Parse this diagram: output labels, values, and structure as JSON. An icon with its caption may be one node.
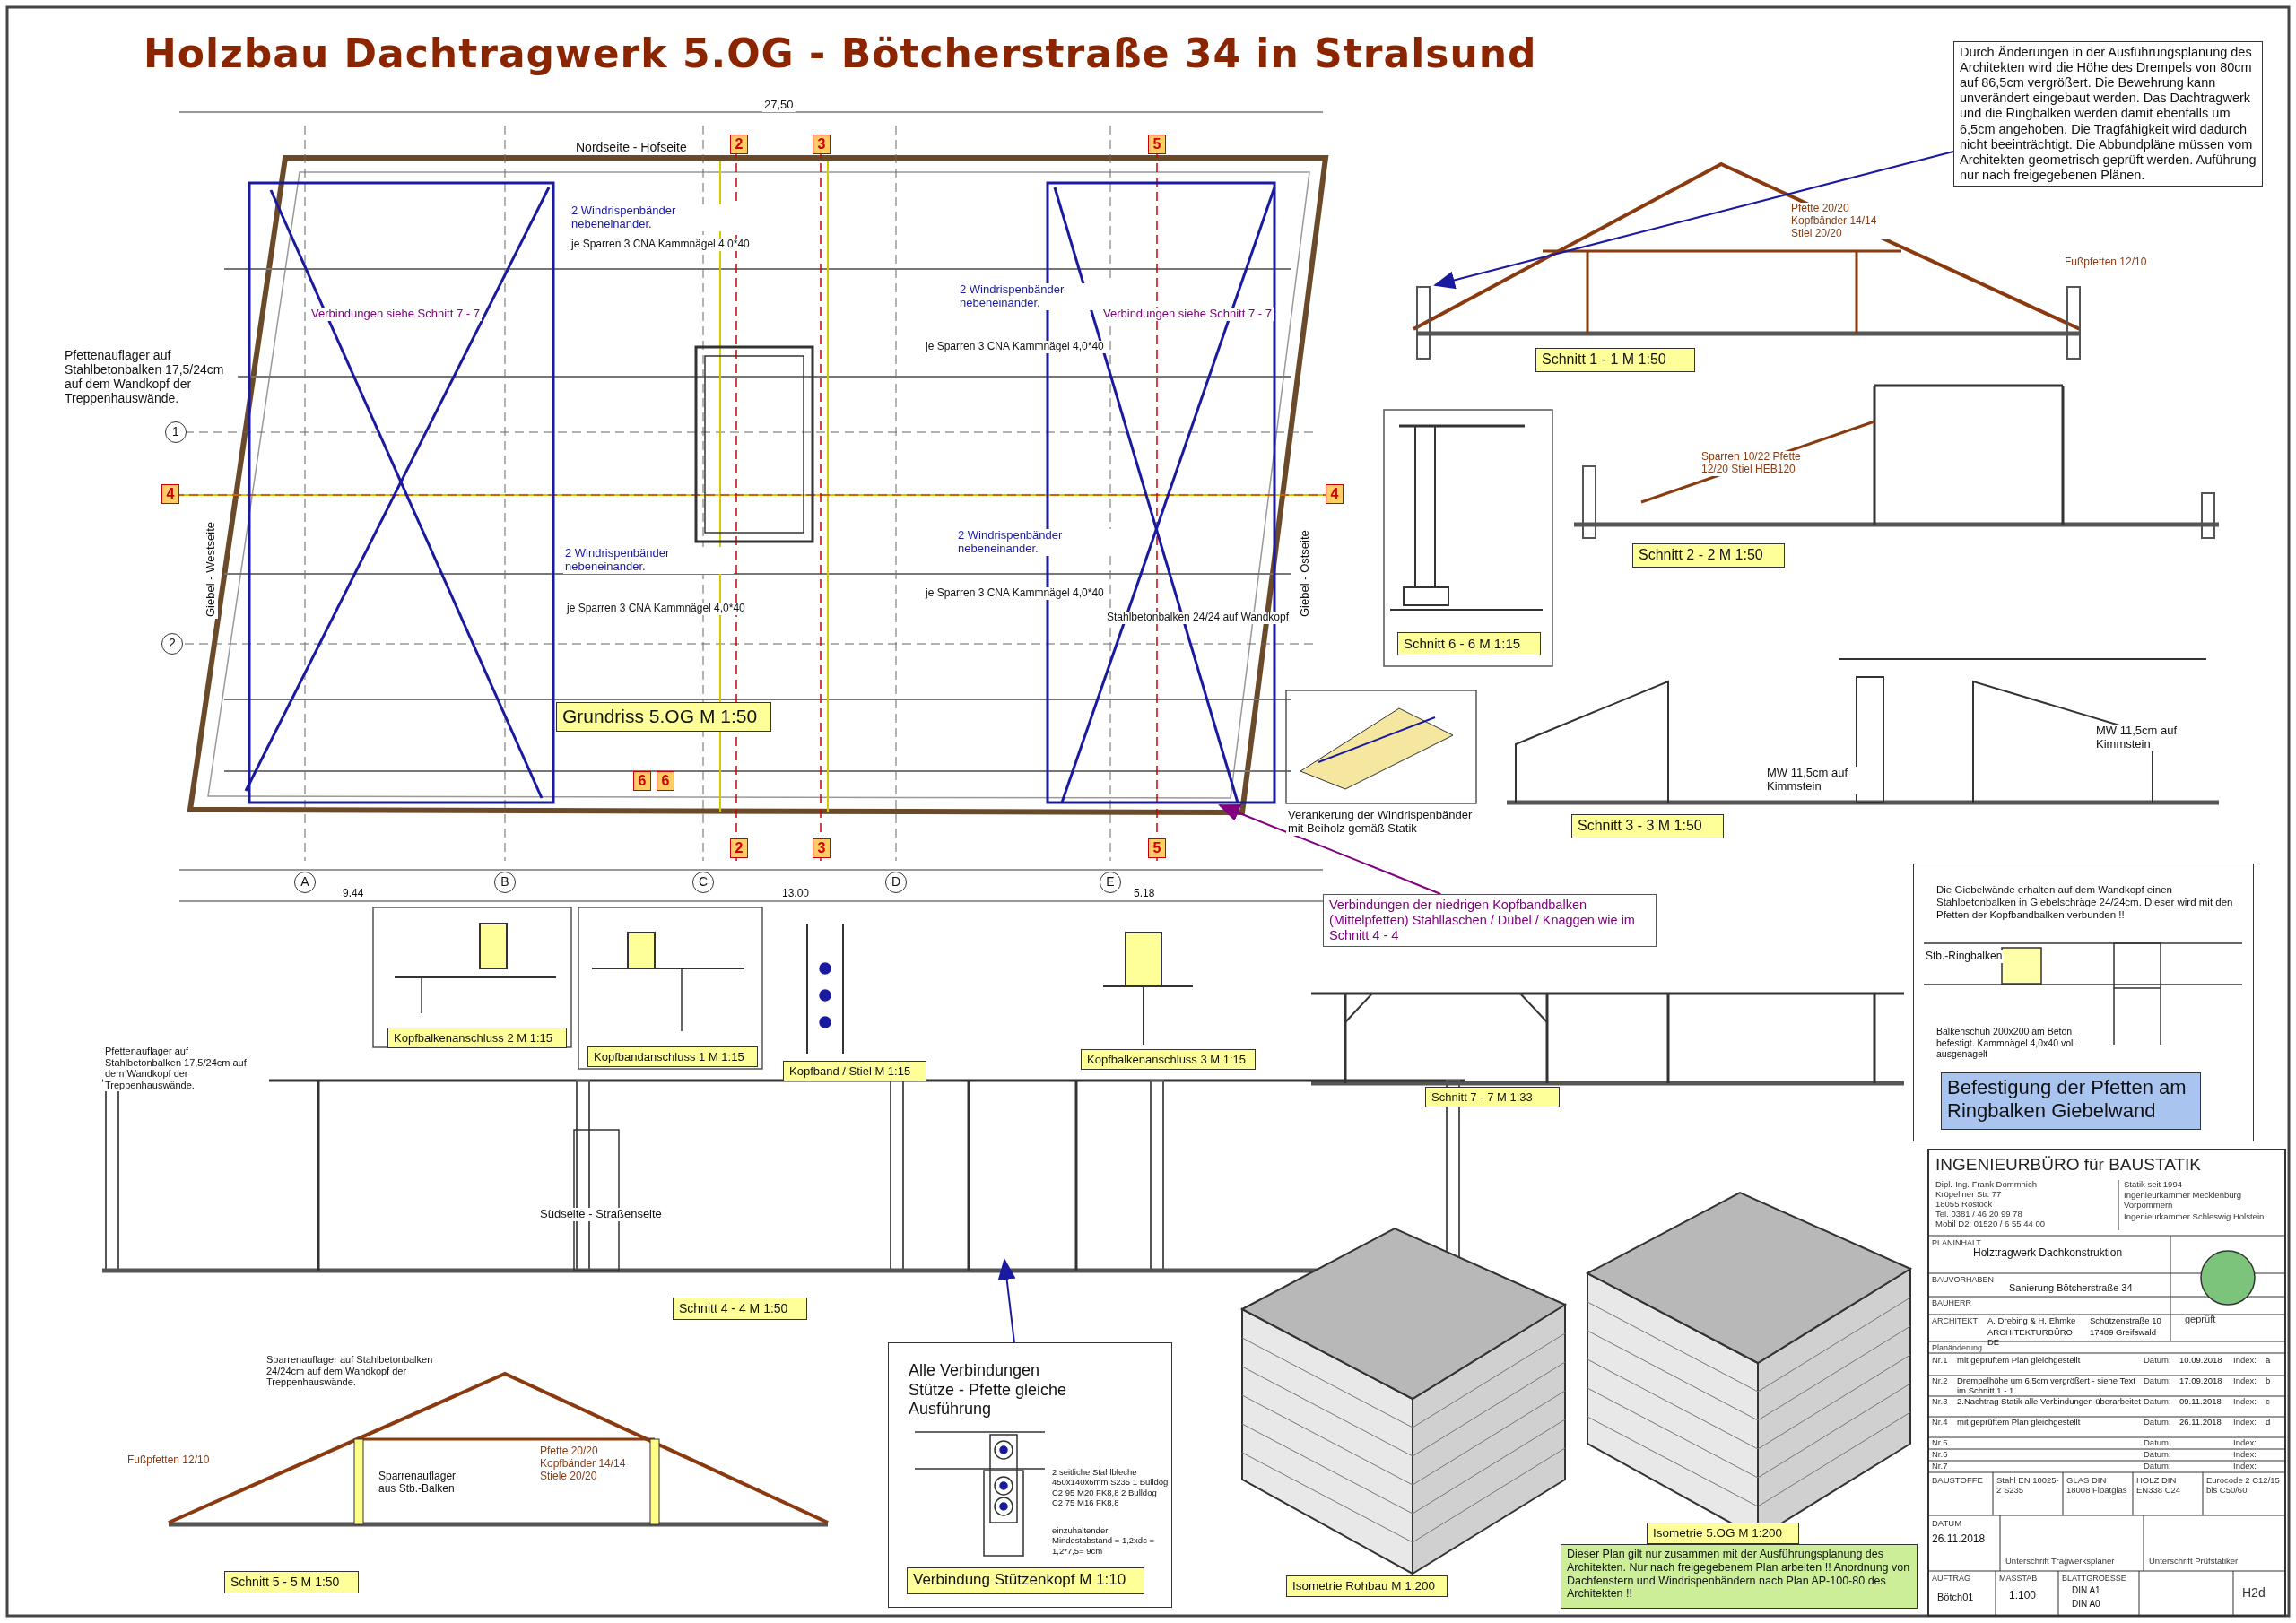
{
  "diagram": {
    "title": "Holzbau Dachtragwerk 5.OG - Bötcherstraße 34 in Stralsund",
    "nodes": [
      {
        "text": [
          "Durch Änderungen in der Ausführungsplanung des Architekten wird die Höhe des Drempels von 80cm auf 86,5cm vergrößert. Die Bewehrung kann unverändert eingebaut werden. Das Dachtragwerk und die Ringbalken werden damit ebenfalls um 6,5cm angehoben. Die Tragfähigkeit wird dadurch nicht beeinträchtigt. Die Abbundpläne müssen vom Architekten geometrisch geprüft werden. Auführung nur nach freigegebenen Plänen."
        ]
      },
      {
        "text": [
          "Schnitt 1 - 1  M 1:50"
        ]
      },
      {
        "text": [
          "Schnitt 2 - 2  M 1:50"
        ]
      },
      {
        "text": [
          "Schnitt 6 - 6  M 1:15"
        ]
      },
      {
        "text": [
          "Grundriss 5.OG M 1:50"
        ]
      },
      {
        "text": [
          "Schnitt 3 - 3   M 1:50"
        ]
      },
      {
        "text": [
          "Verbindungen der niedrigen Kopfbandbalken (Mittelpfetten) Stahllaschen / Dübel / Knaggen wie im Schnitt 4 - 4"
        ]
      },
      {
        "text": [
          "Die Giebelwände erhalten auf dem Wandkopf einen Stahlbetonbalken in Giebelschräge 24/24cm. Dieser wird mit den Pfetten der Kopfbandbalken verbunden !!",
          "Balkenschuh 200x200 am Beton befestigt. Kammnägel 4,0x40 voll ausgenagelt"
        ]
      },
      {
        "text": [
          "Befestigung der Pfetten am Ringbalken Giebelwand"
        ],
        "in": 7
      },
      {
        "text": [
          "Kopfbalkenanschluss 2 M 1:15"
        ]
      },
      {
        "text": [
          "Kopfbandanschluss 1 M 1:15"
        ]
      },
      {
        "text": [
          "Kopfband / Stiel M 1:15"
        ]
      },
      {
        "text": [
          "Kopfbalkenanschluss 3 M 1:15"
        ]
      },
      {
        "text": [
          "Schnitt 7 - 7  M 1:33"
        ]
      },
      {
        "text": [
          "Schnitt 4 - 4  M 1:50"
        ]
      },
      {
        "text": [
          "Alle Verbindungen Stütze - Pfette gleiche Ausführung",
          "2 seitliche Stahlbleche 450x140x6mm S235 1 Bulldog C2 95 M20 FK8,8 2 Bulldog C2 75 M16 FK8,8",
          "einzuhaltender Mindestabstand = 1,2xdc = 1,2*7,5= 9cm"
        ]
      },
      {
        "text": [
          "Verbindung Stützenkopf M 1:10"
        ],
        "in": 15
      },
      {
        "text": [
          "Schnitt 5 - 5  M 1:50"
        ]
      },
      {
        "text": [
          "Isometrie Rohbau M 1:200"
        ]
      },
      {
        "text": [
          "Isometrie 5.OG M 1:200"
        ]
      },
      {
        "text": [
          "Dieser Plan gilt nur zusammen mit der Ausführungsplanung des Architekten. Nur nach freigegebenem Plan arbeiten !! Anordnung von Dachfenstern und Windrispenbändern nach Plan AP-100-80 des Architekten !!"
        ]
      }
    ],
    "edges": [
      {
        "from": 0,
        "to": null,
        "arrow": "to"
      },
      {
        "from": 6,
        "to": null,
        "arrow": "to",
        "color": "#800080"
      },
      {
        "from": 15,
        "to": null,
        "arrow": "to"
      }
    ],
    "labels": [
      "27,50",
      "Nordseite - Hofseite",
      "Pfettenauflager auf Stahlbetonbalken 17,5/24cm auf dem Wandkopf der Treppenhauswände.",
      "2 Windrispenbänder nebeneinander.",
      "je Sparren 3 CNA Kammnägel 4,0*40",
      "Verbindungen siehe Schnitt 7 - 7",
      "2 Windrispenbänder nebeneinander.",
      "je Sparren 3 CNA Kammnägel 4,0*40",
      "Verbindungen siehe Schnitt 7 - 7",
      "Giebel - Westseite",
      "2 Windrispenbänder nebeneinander.",
      "je Sparren 3 CNA Kammnägel 4,0*40",
      "2 Windrispenbänder nebeneinander.",
      "je Sparren 3 CNA Kammnägel 4,0*40",
      "Stahlbetonbalken 24/24 auf Wandkopf",
      "Giebel - Ostseite",
      "Südseite - Straßenseite",
      "9.44",
      "13.00",
      "5.18",
      "A",
      "B",
      "C",
      "D",
      "E",
      "1",
      "2",
      "2",
      "3",
      "5",
      "4",
      "4",
      "6",
      "6",
      "2",
      "3",
      "5",
      "Pfette 20/20 Kopfbänder 14/14 Stiel 20/20",
      "Fußpfetten 12/10",
      "Sparren 10/22 Pfette 12/20 Stiel HEB120",
      "MW 11,5cm auf Kimmstein",
      "MW 11,5cm auf Kimmstein",
      "Verankerung der Windrispenbänder mit Beiholz gemäß Statik",
      "Pfettenauflager auf Stahlbetonbalken 17,5/24cm auf dem Wandkopf der Treppenhauswände.",
      "Sparrenauflager auf Stahlbetonbalken 24/24cm auf dem Wandkopf der Treppenhauswände.",
      "Fußpfetten 12/10",
      "Sparrenauflager aus Stb.-Balken",
      "Pfette 20/20 Kopfbänder 14/14 Stiele 20/20",
      "Stb.-Ringbalken",
      "INGENIEURBÜRO für BAUSTATIK",
      "Dipl.-Ing. Frank Dommnich",
      "Kröpeliner Str. 77",
      "18055 Rostock",
      "Tel. 0381 / 46 20 99 78",
      "Mobil D2: 01520 / 6 55 44 00",
      "Statik seit 1994",
      "Ingenieurkammer Mecklenburg Vorpommern",
      "Ingenieurkammer Schleswig Holstein",
      "PLANINHALT",
      "Holztragwerk Dachkonstruktion",
      "BAUVORHABEN",
      "Sanierung Bötcherstraße 34",
      "BAUHERR",
      "ARCHITEKT",
      "A. Drebing & H. Ehmke",
      "Schützenstraße 10",
      "ARCHITEKTURBÜRO DE",
      "17489 Greifswald",
      "geprüft",
      "Planänderung",
      "Nr.1",
      "mit geprüftem Plan gleichgestellt",
      "Datum:",
      "10.09.2018",
      "Index:",
      "a",
      "Nr.2",
      "Drempelhöhe um 6,5cm vergrößert - siehe Text im Schnitt 1 - 1",
      "Datum:",
      "17.09.2018",
      "Index:",
      "b",
      "Nr.3",
      "2.Nachtrag Statik alle Verbindungen überarbeitet",
      "Datum:",
      "09.11.2018",
      "Index:",
      "c",
      "Nr.4",
      "mit geprüftem Plan gleichgestellt",
      "Datum:",
      "26.11.2018",
      "Index:",
      "d",
      "Nr.5",
      "Datum:",
      "Index:",
      "Nr.6",
      "Datum:",
      "Index:",
      "Nr.7",
      "Datum:",
      "Index:",
      "BAUSTOFFE",
      "Stahl EN 10025-2 S235",
      "GLAS DIN 18008 Floatglas",
      "HOLZ DIN EN338 C24",
      "Eurocode 2 C12/15 bis C50/60",
      "DATUM",
      "26.11.2018",
      "Unterschrift Tragwerksplaner",
      "Unterschrift Prüfstatiker",
      "AUFTRAG",
      "Bötch01",
      "MASSTAB",
      "1:100",
      "BLATTGROESSE",
      "DIN A1",
      "DIN A0",
      "H2d"
    ]
  }
}
